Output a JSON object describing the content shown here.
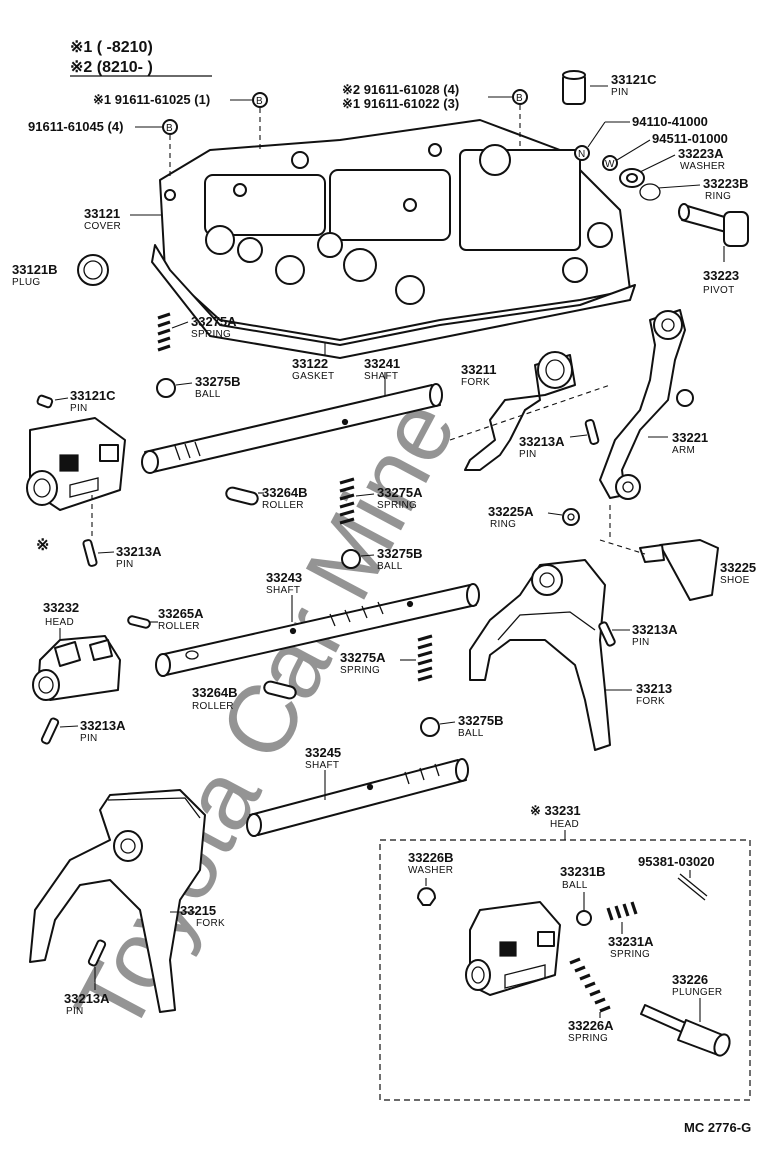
{
  "legend": {
    "line1": "※1 (      -8210)",
    "line2": "※2 (8210-      )"
  },
  "watermark": "Toyota Car Mine",
  "labels": [
    {
      "id": "bolt-1",
      "pn": "※1 91611-61025 (1)",
      "name": ""
    },
    {
      "id": "bolt-2",
      "pn": "91611-61045 (4)",
      "name": ""
    },
    {
      "id": "bolt-3a",
      "pn": "※2 91611-61028 (4)",
      "name": ""
    },
    {
      "id": "bolt-3b",
      "pn": "※1 91611-61022 (3)",
      "name": ""
    },
    {
      "id": "b-marker",
      "pn": "B",
      "name": ""
    },
    {
      "id": "n-marker",
      "pn": "N",
      "name": ""
    },
    {
      "id": "w-marker",
      "pn": "W",
      "name": ""
    },
    {
      "id": "33121c-top",
      "pn": "33121C",
      "name": "PIN"
    },
    {
      "id": "94110",
      "pn": "94110-41000",
      "name": ""
    },
    {
      "id": "94511",
      "pn": "94511-01000",
      "name": ""
    },
    {
      "id": "33223a",
      "pn": "33223A",
      "name": "WASHER"
    },
    {
      "id": "33223b",
      "pn": "33223B",
      "name": "RING"
    },
    {
      "id": "33223",
      "pn": "33223",
      "name": "PIVOT"
    },
    {
      "id": "33121",
      "pn": "33121",
      "name": "COVER"
    },
    {
      "id": "33121b",
      "pn": "33121B",
      "name": "PLUG"
    },
    {
      "id": "33275a-1",
      "pn": "33275A",
      "name": "SPRING"
    },
    {
      "id": "33122",
      "pn": "33122",
      "name": "GASKET"
    },
    {
      "id": "33241",
      "pn": "33241",
      "name": "SHAFT"
    },
    {
      "id": "33211",
      "pn": "33211",
      "name": "FORK"
    },
    {
      "id": "33275b-1",
      "pn": "33275B",
      "name": "BALL"
    },
    {
      "id": "33121c-left",
      "pn": "33121C",
      "name": "PIN"
    },
    {
      "id": "33213a-1",
      "pn": "33213A",
      "name": "PIN"
    },
    {
      "id": "33221",
      "pn": "33221",
      "name": "ARM"
    },
    {
      "id": "33264b-1",
      "pn": "33264B",
      "name": "ROLLER"
    },
    {
      "id": "33275a-2",
      "pn": "33275A",
      "name": "SPRING"
    },
    {
      "id": "33225a",
      "pn": "33225A",
      "name": "RING"
    },
    {
      "id": "asterisk-mark",
      "pn": "※",
      "name": ""
    },
    {
      "id": "33213a-2",
      "pn": "33213A",
      "name": "PIN"
    },
    {
      "id": "33275b-2",
      "pn": "33275B",
      "name": "BALL"
    },
    {
      "id": "33225",
      "pn": "33225",
      "name": "SHOE"
    },
    {
      "id": "33243",
      "pn": "33243",
      "name": "SHAFT"
    },
    {
      "id": "33232",
      "pn": "33232",
      "name": "HEAD"
    },
    {
      "id": "33265a",
      "pn": "33265A",
      "name": "ROLLER"
    },
    {
      "id": "33213a-3",
      "pn": "33213A",
      "name": "PIN"
    },
    {
      "id": "33275a-3",
      "pn": "33275A",
      "name": "SPRING"
    },
    {
      "id": "33213",
      "pn": "33213",
      "name": "FORK"
    },
    {
      "id": "33264b-2",
      "pn": "33264B",
      "name": "ROLLER"
    },
    {
      "id": "33213a-4",
      "pn": "33213A",
      "name": "PIN"
    },
    {
      "id": "33275b-3",
      "pn": "33275B",
      "name": "BALL"
    },
    {
      "id": "33245",
      "pn": "33245",
      "name": "SHAFT"
    },
    {
      "id": "33231",
      "pn": "※ 33231",
      "name": "HEAD"
    },
    {
      "id": "33226b",
      "pn": "33226B",
      "name": "WASHER"
    },
    {
      "id": "33231b",
      "pn": "33231B",
      "name": "BALL"
    },
    {
      "id": "95381",
      "pn": "95381-03020",
      "name": ""
    },
    {
      "id": "33215",
      "pn": "33215",
      "name": "FORK"
    },
    {
      "id": "33231a",
      "pn": "33231A",
      "name": "SPRING"
    },
    {
      "id": "33226",
      "pn": "33226",
      "name": "PLUNGER"
    },
    {
      "id": "33213a-5",
      "pn": "33213A",
      "name": "PIN"
    },
    {
      "id": "33226a",
      "pn": "33226A",
      "name": "SPRING"
    }
  ],
  "footer": {
    "code": "MC  2776-G"
  }
}
